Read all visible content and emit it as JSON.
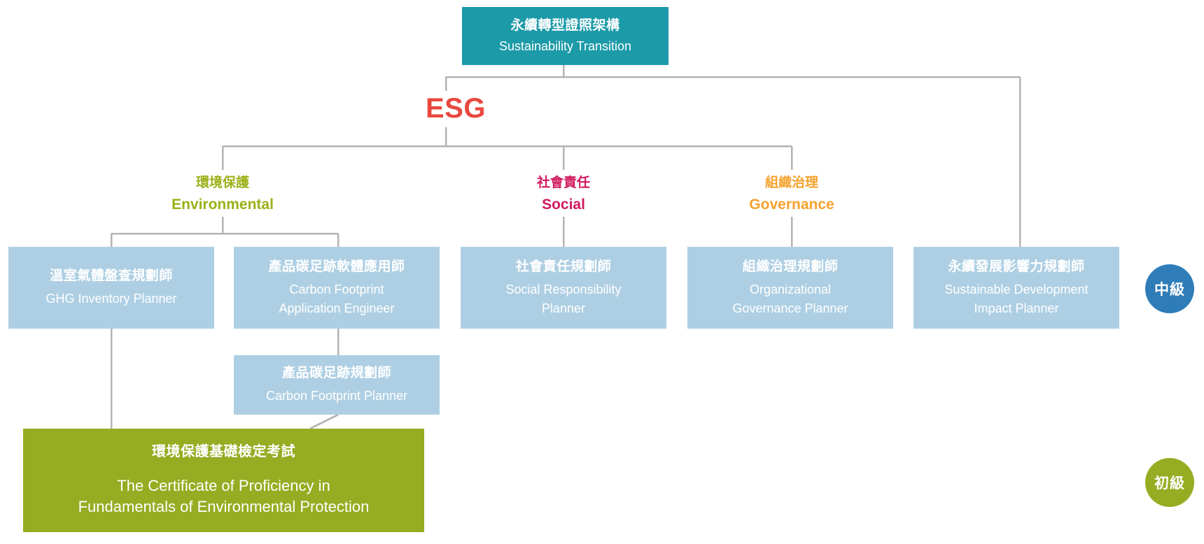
{
  "diagram": {
    "root": {
      "zh": "永續轉型證照架構",
      "en": "Sustainability Transition",
      "color": "#1c9aa8"
    },
    "esg_title": {
      "text": "ESG",
      "color": "#e8493f"
    },
    "pillars": [
      {
        "zh": "環境保護",
        "en": "Environmental",
        "color": "#9bb017"
      },
      {
        "zh": "社會責任",
        "en": "Social",
        "color": "#d11a5e"
      },
      {
        "zh": "組織治理",
        "en": "Governance",
        "color": "#f5a12c"
      }
    ],
    "certificates": [
      {
        "zh": "溫室氣體盤查規劃師",
        "en": "GHG Inventory Planner",
        "color": "#aecfe3"
      },
      {
        "zh": "產品碳足跡軟體應用師",
        "en": "Carbon Footprint\nApplication Engineer",
        "color": "#aecfe3"
      },
      {
        "zh": "社會責任規劃師",
        "en": "Social Responsibility\nPlanner",
        "color": "#aecfe3"
      },
      {
        "zh": "組織治理規劃師",
        "en": "Organizational\nGovernance Planner",
        "color": "#aecfe3"
      },
      {
        "zh": "永續發展影響力規劃師",
        "en": "Sustainable Development\nImpact Planner",
        "color": "#aecfe3"
      },
      {
        "zh": "產品碳足跡規劃師",
        "en": "Carbon Footprint Planner",
        "color": "#aecfe3"
      }
    ],
    "exam": {
      "zh": "環境保護基礎檢定考試",
      "en": "The Certificate of Proficiency in\nFundamentals of Environmental Protection",
      "color": "#96ac22"
    },
    "badges": [
      {
        "label": "中級",
        "color": "#2e7cb8"
      },
      {
        "label": "初級",
        "color": "#96ac22"
      }
    ],
    "connector_color": "#b3b3b3"
  }
}
